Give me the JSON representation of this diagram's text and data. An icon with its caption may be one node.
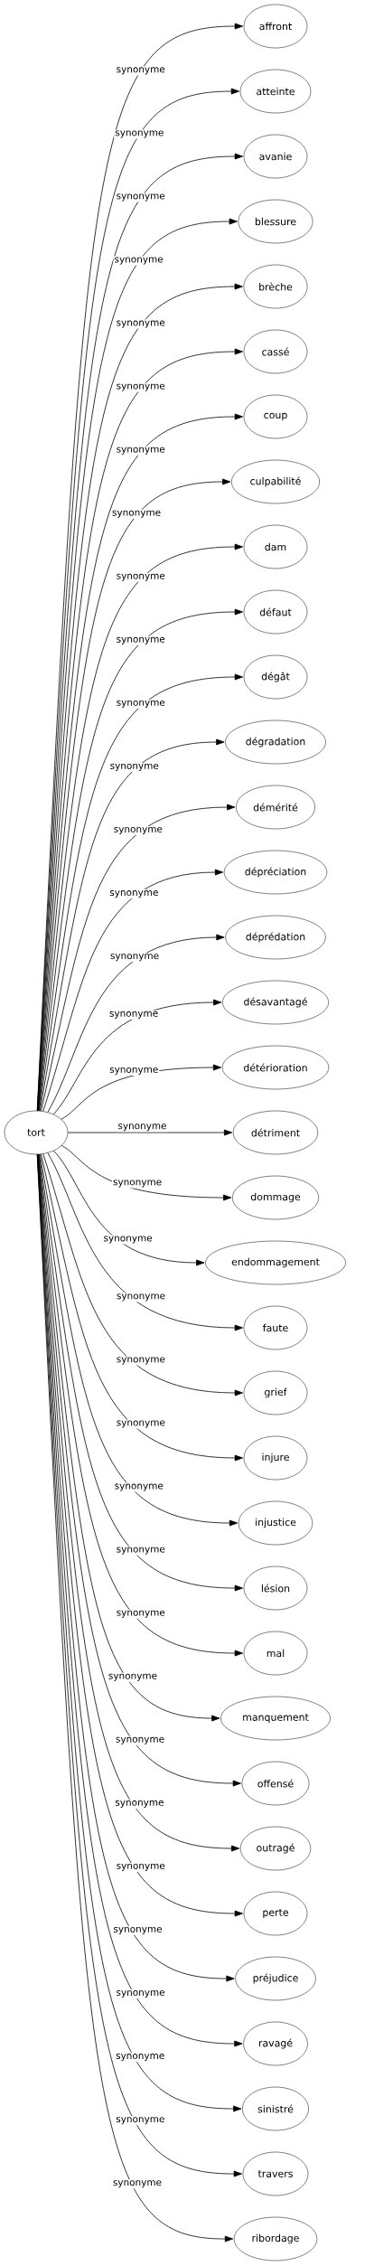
{
  "diagram": {
    "nodes": [
      {
        "text": [
          "tort"
        ]
      },
      {
        "text": [
          "affront"
        ]
      },
      {
        "text": [
          "atteinte"
        ]
      },
      {
        "text": [
          "avanie"
        ]
      },
      {
        "text": [
          "blessure"
        ]
      },
      {
        "text": [
          "brèche"
        ]
      },
      {
        "text": [
          "cassé"
        ]
      },
      {
        "text": [
          "coup"
        ]
      },
      {
        "text": [
          "culpabilité"
        ]
      },
      {
        "text": [
          "dam"
        ]
      },
      {
        "text": [
          "défaut"
        ]
      },
      {
        "text": [
          "dégât"
        ]
      },
      {
        "text": [
          "dégradation"
        ]
      },
      {
        "text": [
          "démérité"
        ]
      },
      {
        "text": [
          "dépréciation"
        ]
      },
      {
        "text": [
          "déprédation"
        ]
      },
      {
        "text": [
          "désavantagé"
        ]
      },
      {
        "text": [
          "détérioration"
        ]
      },
      {
        "text": [
          "détriment"
        ]
      },
      {
        "text": [
          "dommage"
        ]
      },
      {
        "text": [
          "endommagement"
        ]
      },
      {
        "text": [
          "faute"
        ]
      },
      {
        "text": [
          "grief"
        ]
      },
      {
        "text": [
          "injure"
        ]
      },
      {
        "text": [
          "injustice"
        ]
      },
      {
        "text": [
          "lésion"
        ]
      },
      {
        "text": [
          "mal"
        ]
      },
      {
        "text": [
          "manquement"
        ]
      },
      {
        "text": [
          "offensé"
        ]
      },
      {
        "text": [
          "outragé"
        ]
      },
      {
        "text": [
          "perte"
        ]
      },
      {
        "text": [
          "préjudice"
        ]
      },
      {
        "text": [
          "ravagé"
        ]
      },
      {
        "text": [
          "sinistré"
        ]
      },
      {
        "text": [
          "travers"
        ]
      },
      {
        "text": [
          "ribordage"
        ]
      }
    ],
    "edges": [
      {
        "from": 0,
        "to": 1,
        "arrow": "to",
        "label": "synonyme"
      },
      {
        "from": 0,
        "to": 2,
        "arrow": "to",
        "label": "synonyme"
      },
      {
        "from": 0,
        "to": 3,
        "arrow": "to",
        "label": "synonyme"
      },
      {
        "from": 0,
        "to": 4,
        "arrow": "to",
        "label": "synonyme"
      },
      {
        "from": 0,
        "to": 5,
        "arrow": "to",
        "label": "synonyme"
      },
      {
        "from": 0,
        "to": 6,
        "arrow": "to",
        "label": "synonyme"
      },
      {
        "from": 0,
        "to": 7,
        "arrow": "to",
        "label": "synonyme"
      },
      {
        "from": 0,
        "to": 8,
        "arrow": "to",
        "label": "synonyme"
      },
      {
        "from": 0,
        "to": 9,
        "arrow": "to",
        "label": "synonyme"
      },
      {
        "from": 0,
        "to": 10,
        "arrow": "to",
        "label": "synonyme"
      },
      {
        "from": 0,
        "to": 11,
        "arrow": "to",
        "label": "synonyme"
      },
      {
        "from": 0,
        "to": 12,
        "arrow": "to",
        "label": "synonyme"
      },
      {
        "from": 0,
        "to": 13,
        "arrow": "to",
        "label": "synonyme"
      },
      {
        "from": 0,
        "to": 14,
        "arrow": "to",
        "label": "synonyme"
      },
      {
        "from": 0,
        "to": 15,
        "arrow": "to",
        "label": "synonyme"
      },
      {
        "from": 0,
        "to": 16,
        "arrow": "to",
        "label": "synonyme"
      },
      {
        "from": 0,
        "to": 17,
        "arrow": "to",
        "label": "synonyme"
      },
      {
        "from": 0,
        "to": 18,
        "arrow": "to",
        "label": "synonyme"
      },
      {
        "from": 0,
        "to": 19,
        "arrow": "to",
        "label": "synonyme"
      },
      {
        "from": 0,
        "to": 20,
        "arrow": "to",
        "label": "synonyme"
      },
      {
        "from": 0,
        "to": 21,
        "arrow": "to",
        "label": "synonyme"
      },
      {
        "from": 0,
        "to": 22,
        "arrow": "to",
        "label": "synonyme"
      },
      {
        "from": 0,
        "to": 23,
        "arrow": "to",
        "label": "synonyme"
      },
      {
        "from": 0,
        "to": 24,
        "arrow": "to",
        "label": "synonyme"
      },
      {
        "from": 0,
        "to": 25,
        "arrow": "to",
        "label": "synonyme"
      },
      {
        "from": 0,
        "to": 26,
        "arrow": "to",
        "label": "synonyme"
      },
      {
        "from": 0,
        "to": 27,
        "arrow": "to",
        "label": "synonyme"
      },
      {
        "from": 0,
        "to": 28,
        "arrow": "to",
        "label": "synonyme"
      },
      {
        "from": 0,
        "to": 29,
        "arrow": "to",
        "label": "synonyme"
      },
      {
        "from": 0,
        "to": 30,
        "arrow": "to",
        "label": "synonyme"
      },
      {
        "from": 0,
        "to": 31,
        "arrow": "to",
        "label": "synonyme"
      },
      {
        "from": 0,
        "to": 32,
        "arrow": "to",
        "label": "synonyme"
      },
      {
        "from": 0,
        "to": 33,
        "arrow": "to",
        "label": "synonyme"
      },
      {
        "from": 0,
        "to": 34,
        "arrow": "to",
        "label": "synonyme"
      },
      {
        "from": 0,
        "to": 35,
        "arrow": "to",
        "label": "synonyme"
      }
    ]
  }
}
